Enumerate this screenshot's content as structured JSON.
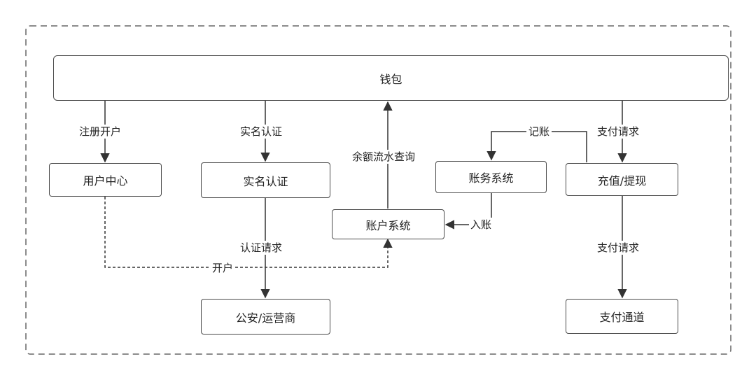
{
  "nodes": {
    "wallet": "钱包",
    "user_center": "用户中心",
    "real_name": "实名认证",
    "account_system": "账户系统",
    "ledger_system": "账务系统",
    "recharge_withdraw": "充值/提现",
    "police_operator": "公安/运营商",
    "payment_channel": "支付通道"
  },
  "edges": {
    "register": "注册开户",
    "real_name_auth": "实名认证",
    "balance_query": "余额流水查询",
    "bookkeeping": "记账",
    "pay_request_top": "支付请求",
    "post_entry": "入账",
    "auth_request": "认证请求",
    "open_account": "开户",
    "pay_request_bottom": "支付请求"
  },
  "colors": {
    "line": "#333333",
    "node_border": "#4a4a4a",
    "container_border": "#666666",
    "background": "#ffffff"
  }
}
